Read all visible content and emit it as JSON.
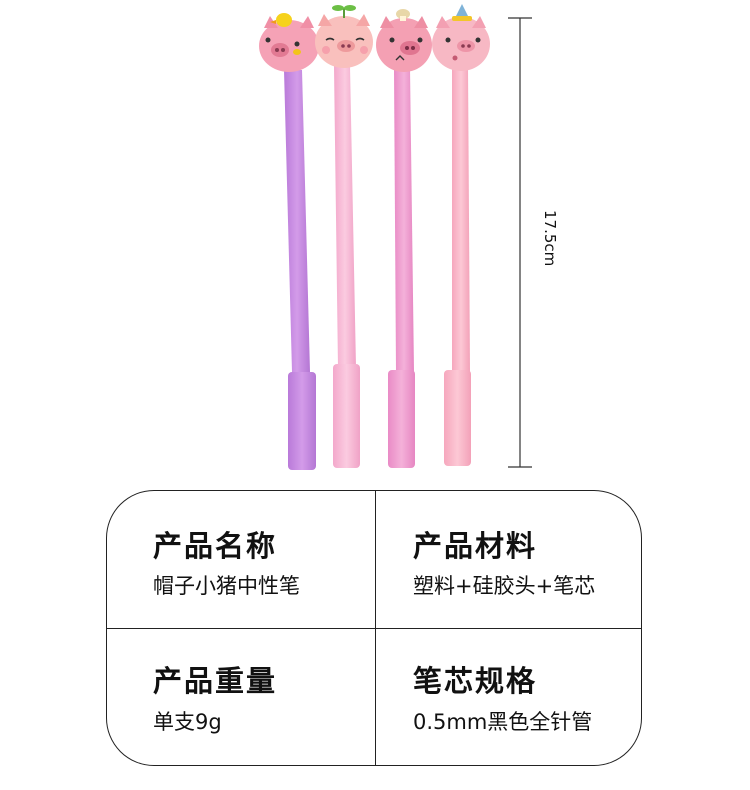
{
  "photo": {
    "dimension_label": "17.5cm",
    "colors": {
      "purple_pen": "#c88be0",
      "pink_pen_light": "#f7bcd6",
      "pink_pen_mid": "#ee9ccd",
      "peach_pen": "#f8b3c6",
      "pig_face": "#f7a9bb",
      "dimension_line": "#333333"
    },
    "pens": [
      {
        "name": "purple-pig-pen",
        "topper": "chick"
      },
      {
        "name": "pink-pig-pen",
        "topper": "sprout"
      },
      {
        "name": "pink-pig-pen",
        "topper": "mushroom"
      },
      {
        "name": "peach-pig-pen",
        "topper": "hat"
      }
    ]
  },
  "specs": {
    "name_title": "产品名称",
    "name_value": "帽子小猪中性笔",
    "material_title": "产品材料",
    "material_value": "塑料+硅胶头+笔芯",
    "weight_title": "产品重量",
    "weight_value": "单支9g",
    "refill_title": "笔芯规格",
    "refill_value": "0.5mm黑色全针管"
  }
}
